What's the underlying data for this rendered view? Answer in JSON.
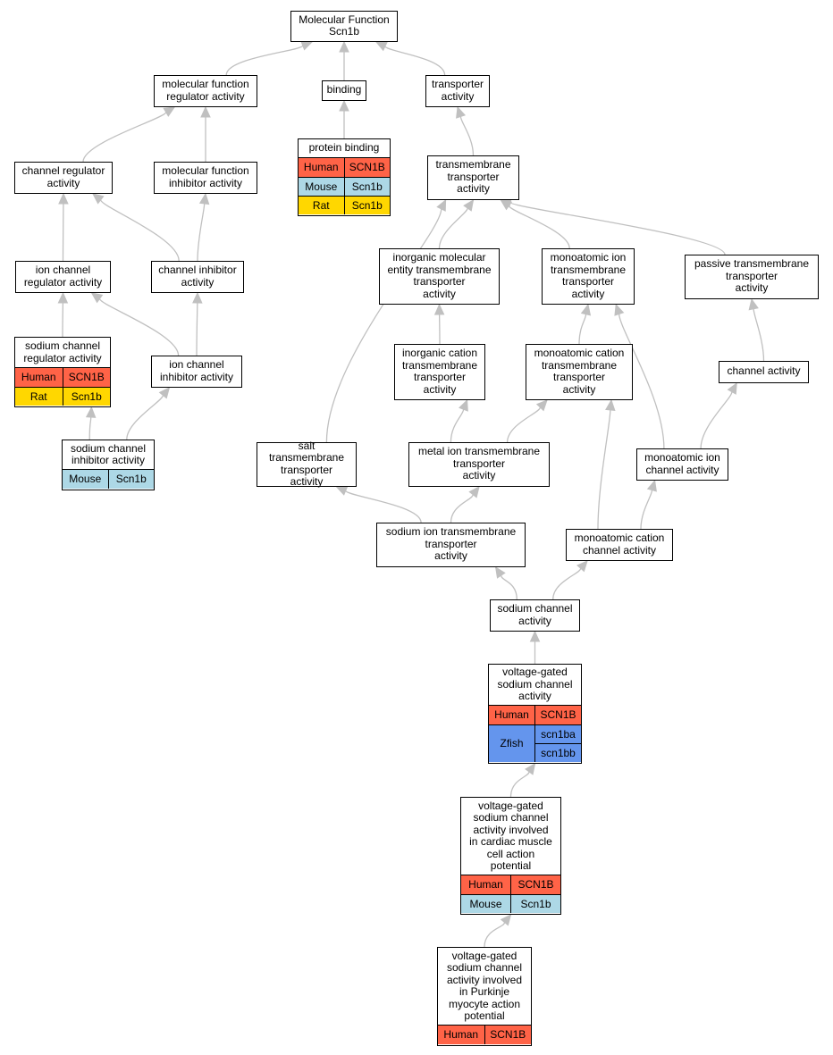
{
  "colors": {
    "Human": "#ff6347",
    "Mouse": "#add8e6",
    "Rat": "#ffd700",
    "Zfish": "#6495ed",
    "edge": "#c0c0c0"
  },
  "nodes": {
    "mf": {
      "label": "Molecular Function\nScn1b"
    },
    "mfreg": {
      "label": "molecular function\nregulator activity"
    },
    "binding": {
      "label": "binding"
    },
    "transp": {
      "label": "transporter\nactivity"
    },
    "protbind": {
      "label": "protein binding",
      "rows": [
        {
          "sp": "Human",
          "genes": [
            "SCN1B"
          ]
        },
        {
          "sp": "Mouse",
          "genes": [
            "Scn1b"
          ]
        },
        {
          "sp": "Rat",
          "genes": [
            "Scn1b"
          ]
        }
      ]
    },
    "chreg": {
      "label": "channel regulator\nactivity"
    },
    "mfinh": {
      "label": "molecular function\ninhibitor activity"
    },
    "tmtransp": {
      "label": "transmembrane\ntransporter\nactivity"
    },
    "ionchreg": {
      "label": "ion channel\nregulator activity"
    },
    "chinh": {
      "label": "channel inhibitor\nactivity"
    },
    "inorgmol": {
      "label": "inorganic molecular\nentity transmembrane\ntransporter\nactivity"
    },
    "monoion": {
      "label": "monoatomic ion\ntransmembrane\ntransporter\nactivity"
    },
    "passive": {
      "label": "passive transmembrane\ntransporter\nactivity"
    },
    "nachreg": {
      "label": "sodium channel\nregulator activity",
      "rows": [
        {
          "sp": "Human",
          "genes": [
            "SCN1B"
          ]
        },
        {
          "sp": "Rat",
          "genes": [
            "Scn1b"
          ]
        }
      ]
    },
    "ionchinh": {
      "label": "ion channel\ninhibitor activity"
    },
    "inorgcat": {
      "label": "inorganic cation\ntransmembrane\ntransporter\nactivity"
    },
    "monocat": {
      "label": "monoatomic cation\ntransmembrane\ntransporter\nactivity"
    },
    "chact": {
      "label": "channel activity"
    },
    "nachinh": {
      "label": "sodium channel\ninhibitor activity",
      "rows": [
        {
          "sp": "Mouse",
          "genes": [
            "Scn1b"
          ]
        }
      ]
    },
    "salt": {
      "label": "salt transmembrane\ntransporter\nactivity"
    },
    "metal": {
      "label": "metal ion transmembrane\ntransporter\nactivity"
    },
    "monoionch": {
      "label": "monoatomic ion\nchannel activity"
    },
    "sodium": {
      "label": "sodium ion transmembrane\ntransporter\nactivity"
    },
    "monocatch": {
      "label": "monoatomic cation\nchannel activity"
    },
    "nach": {
      "label": "sodium channel\nactivity"
    },
    "vgnach": {
      "label": "voltage-gated\nsodium channel\nactivity",
      "rows": [
        {
          "sp": "Human",
          "genes": [
            "SCN1B"
          ]
        },
        {
          "sp": "Zfish",
          "genes": [
            "scn1ba",
            "scn1bb"
          ]
        }
      ]
    },
    "vgcard": {
      "label": "voltage-gated\nsodium channel\nactivity involved\nin cardiac muscle\ncell action\npotential",
      "rows": [
        {
          "sp": "Human",
          "genes": [
            "SCN1B"
          ]
        },
        {
          "sp": "Mouse",
          "genes": [
            "Scn1b"
          ]
        }
      ]
    },
    "vgpurk": {
      "label": "voltage-gated\nsodium channel\nactivity involved\nin Purkinje\nmyocyte action\npotential",
      "rows": [
        {
          "sp": "Human",
          "genes": [
            "SCN1B"
          ]
        }
      ]
    }
  },
  "edges": [
    [
      "mfreg",
      "mf"
    ],
    [
      "binding",
      "mf"
    ],
    [
      "transp",
      "mf"
    ],
    [
      "protbind",
      "binding"
    ],
    [
      "tmtransp",
      "transp"
    ],
    [
      "chreg",
      "mfreg"
    ],
    [
      "mfinh",
      "mfreg"
    ],
    [
      "ionchreg",
      "chreg"
    ],
    [
      "chinh",
      "chreg"
    ],
    [
      "chinh",
      "mfinh"
    ],
    [
      "nachreg",
      "ionchreg"
    ],
    [
      "ionchinh",
      "ionchreg"
    ],
    [
      "ionchinh",
      "chinh"
    ],
    [
      "nachinh",
      "nachreg"
    ],
    [
      "nachinh",
      "ionchinh"
    ],
    [
      "inorgmol",
      "tmtransp"
    ],
    [
      "monoion",
      "tmtransp"
    ],
    [
      "passive",
      "tmtransp"
    ],
    [
      "salt",
      "tmtransp"
    ],
    [
      "inorgcat",
      "inorgmol"
    ],
    [
      "monocat",
      "monoion"
    ],
    [
      "monoionch",
      "monoion"
    ],
    [
      "chact",
      "passive"
    ],
    [
      "monoionch",
      "chact"
    ],
    [
      "metal",
      "inorgcat"
    ],
    [
      "metal",
      "monocat"
    ],
    [
      "monocatch",
      "monocat"
    ],
    [
      "sodium",
      "salt"
    ],
    [
      "sodium",
      "metal"
    ],
    [
      "monocatch",
      "monoionch"
    ],
    [
      "nach",
      "sodium"
    ],
    [
      "nach",
      "monocatch"
    ],
    [
      "vgnach",
      "nach"
    ],
    [
      "vgcard",
      "vgnach"
    ],
    [
      "vgpurk",
      "vgcard"
    ]
  ]
}
